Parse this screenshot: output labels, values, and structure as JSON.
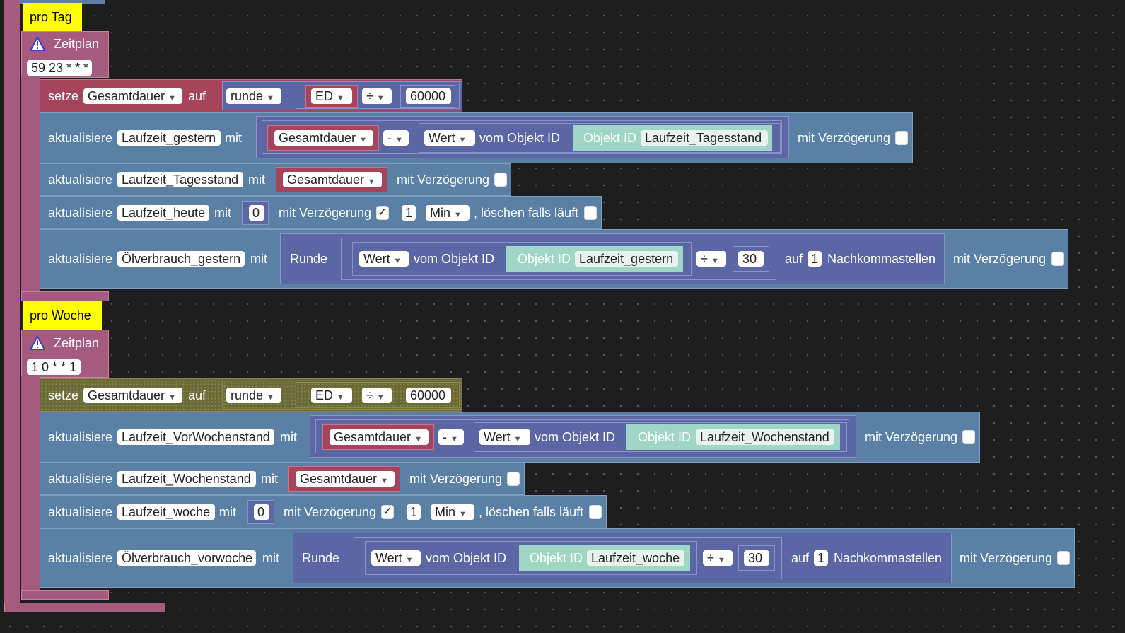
{
  "day": {
    "comment": "pro Tag",
    "trigger_label": "Zeitplan",
    "cron": "59 23 * * *",
    "set": {
      "prefix": "setze",
      "var": "Gesamtdauer",
      "auf": "auf",
      "round": "runde",
      "var2": "ED",
      "op": "÷",
      "num": "60000"
    },
    "rows": [
      {
        "upd": "aktualisiere",
        "obj": "Laufzeit_gestern",
        "mit": "mit",
        "var": "Gesamtdauer",
        "op": "-",
        "wert": "Wert",
        "vom": "vom Objekt ID",
        "oid": "Objekt ID",
        "oidval": "Laufzeit_Tagesstand",
        "delay": "mit Verzögerung"
      },
      {
        "upd": "aktualisiere",
        "obj": "Laufzeit_Tagesstand",
        "mit": "mit",
        "var": "Gesamtdauer",
        "delay": "mit Verzögerung"
      },
      {
        "upd": "aktualisiere",
        "obj": "Laufzeit_heute",
        "mit": "mit",
        "num": "0",
        "delay": "mit Verzögerung",
        "check": "✓",
        "n": "1",
        "unit": "Min",
        "clear": ", löschen falls läuft"
      },
      {
        "upd": "aktualisiere",
        "obj": "Ölverbrauch_gestern",
        "mit": "mit",
        "runde": "Runde",
        "wert": "Wert",
        "vom": "vom Objekt ID",
        "oid": "Objekt ID",
        "oidval": "Laufzeit_gestern",
        "op": "÷",
        "num": "30",
        "auf": "auf",
        "places": "1",
        "nachk": "Nachkommastellen",
        "delay": "mit Verzögerung"
      }
    ]
  },
  "week": {
    "comment": "pro Woche",
    "trigger_label": "Zeitplan",
    "cron": "1 0 * * 1",
    "set": {
      "prefix": "setze",
      "var": "Gesamtdauer",
      "auf": "auf",
      "round": "runde",
      "var2": "ED",
      "op": "÷",
      "num": "60000"
    },
    "rows": [
      {
        "upd": "aktualisiere",
        "obj": "Laufzeit_VorWochenstand",
        "mit": "mit",
        "var": "Gesamtdauer",
        "op": "-",
        "wert": "Wert",
        "vom": "vom Objekt ID",
        "oid": "Objekt ID",
        "oidval": "Laufzeit_Wochenstand",
        "delay": "mit Verzögerung"
      },
      {
        "upd": "aktualisiere",
        "obj": "Laufzeit_Wochenstand",
        "mit": "mit",
        "var": "Gesamtdauer",
        "delay": "mit Verzögerung"
      },
      {
        "upd": "aktualisiere",
        "obj": "Laufzeit_woche",
        "mit": "mit",
        "num": "0",
        "delay": "mit Verzögerung",
        "check": "✓",
        "n": "1",
        "unit": "Min",
        "clear": ", löschen falls läuft"
      },
      {
        "upd": "aktualisiere",
        "obj": "Ölverbrauch_vorwoche",
        "mit": "mit",
        "runde": "Runde",
        "wert": "Wert",
        "vom": "vom Objekt ID",
        "oid": "Objekt ID",
        "oidval": "Laufzeit_woche",
        "op": "÷",
        "num": "30",
        "auf": "auf",
        "places": "1",
        "nachk": "Nachkommastellen",
        "delay": "mit Verzögerung"
      }
    ]
  },
  "icons": {
    "warning": "warning-triangle-icon",
    "dropdown": "dropdown-arrow-icon"
  },
  "colors": {
    "comment": "#ffff00",
    "event": "#a55b80",
    "action": "#5b80a5",
    "variable": "#a5445b",
    "math": "#5b67a5",
    "objectid": "#9fd6c6",
    "disabled": "#6b6a37"
  }
}
